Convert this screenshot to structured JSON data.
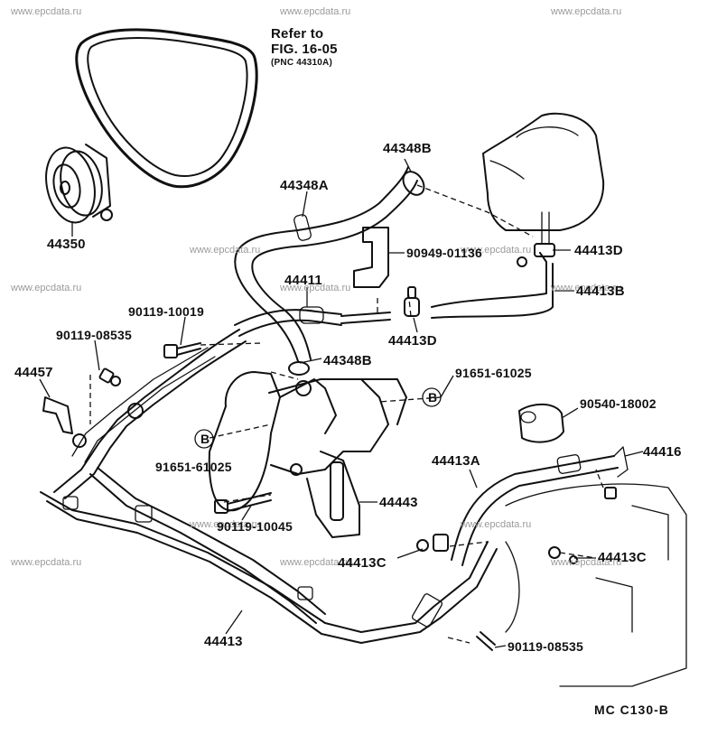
{
  "watermark": "www.epcdata.ru",
  "refer": {
    "line1": "Refer to",
    "line2": "FIG. 16-05",
    "line3": "(PNC 44310A)"
  },
  "circle_mark": "B",
  "diagram_code": "MC  C130-B",
  "parts": {
    "pulley": "44350",
    "hose_upper_b": "44348B",
    "hose_upper_a": "44348A",
    "clamp_lower_b": "44348B",
    "bracket_part": "90949-01136",
    "clamp_d_right": "44413D",
    "tube_b": "44413B",
    "clamp_d_mid": "44413D",
    "hose_44411": "44411",
    "bolt_10019": "90119-10019",
    "bolt_08535_left": "90119-08535",
    "bracket_44457": "44457",
    "nut_61025_right": "91651-61025",
    "cushion_18002": "90540-18002",
    "tube_44416": "44416",
    "tube_a": "44413A",
    "nut_61025_left": "91651-61025",
    "bracket_44443": "44443",
    "bolt_10045": "90119-10045",
    "clamp_c_left": "44413C",
    "clamp_c_right": "44413C",
    "tube_44413": "44413",
    "bolt_08535_right": "90119-08535"
  }
}
